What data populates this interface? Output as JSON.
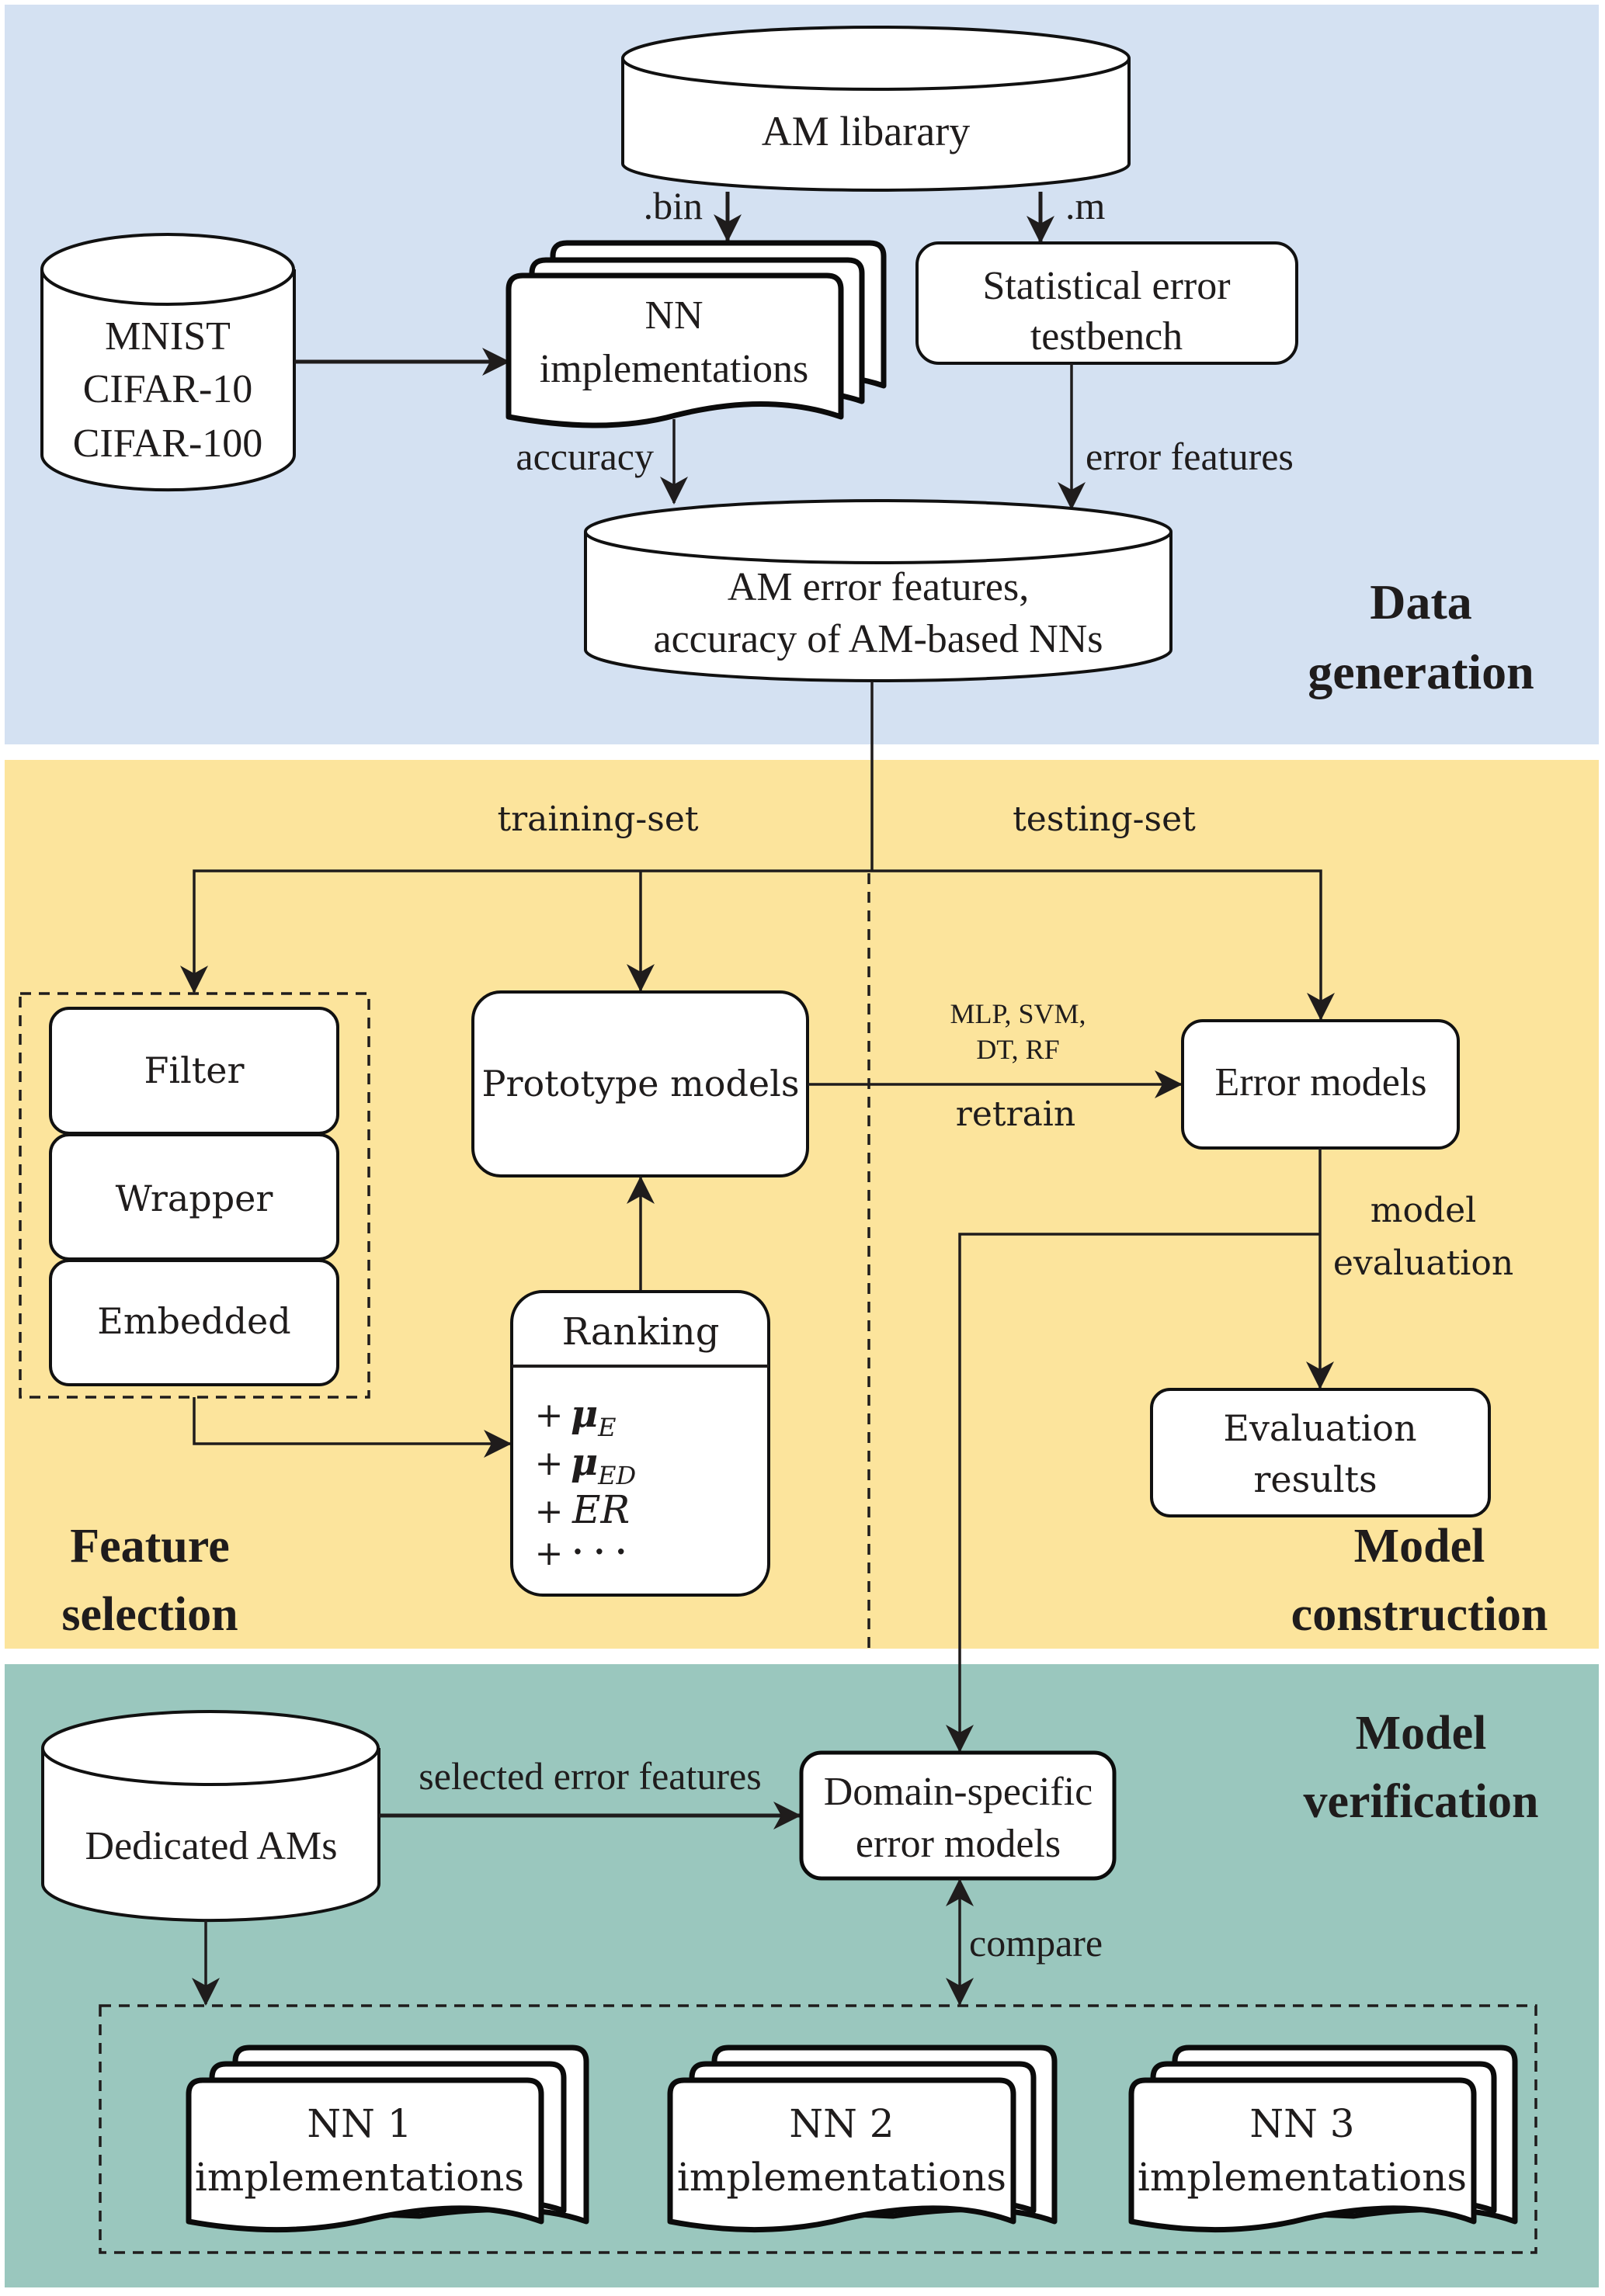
{
  "sections": {
    "data_generation": {
      "title_line1": "Data",
      "title_line2": "generation",
      "background": "#D4E1F2"
    },
    "feature_selection": {
      "title_line1": "Feature",
      "title_line2": "selection",
      "background": "#FCE49C"
    },
    "model_construction": {
      "title_line1": "Model",
      "title_line2": "construction",
      "background": "#FCE49C"
    },
    "model_verification": {
      "title_line1": "Model",
      "title_line2": "verification",
      "background": "#9AC7BE"
    }
  },
  "nodes": {
    "am_library": {
      "label": "AM libarary",
      "shape": "cylinder"
    },
    "datasets": {
      "shape": "cylinder",
      "lines": [
        "MNIST",
        "CIFAR-10",
        "CIFAR-100"
      ]
    },
    "nn_implementations": {
      "shape": "stacked-document",
      "line1": "NN",
      "line2": "implementations"
    },
    "statistical_testbench": {
      "shape": "rounded-rect",
      "line1": "Statistical error",
      "line2": "testbench"
    },
    "am_error_db": {
      "shape": "cylinder",
      "line1": "AM error features,",
      "line2": "accuracy of AM-based NNs"
    },
    "filter": {
      "label": "Filter"
    },
    "wrapper": {
      "label": "Wrapper"
    },
    "embedded": {
      "label": "Embedded"
    },
    "prototype_models": {
      "label": "Prototype models"
    },
    "ranking": {
      "title": "Ranking",
      "items": [
        {
          "plus": "+",
          "symbol": "μ",
          "subscript": "E"
        },
        {
          "plus": "+",
          "symbol": "μ",
          "subscript": "ED"
        },
        {
          "plus": "+",
          "symbol": "ER",
          "subscript": ""
        },
        {
          "plus": "+",
          "symbol": "· · ·",
          "subscript": ""
        }
      ]
    },
    "error_models": {
      "label": "Error models"
    },
    "evaluation_results": {
      "line1": "Evaluation",
      "line2": "results"
    },
    "dedicated_ams": {
      "label": "Dedicated AMs",
      "shape": "cylinder"
    },
    "domain_specific_models": {
      "line1": "Domain-specific",
      "line2": "error models"
    },
    "nn_groups": [
      {
        "line1": "NN 1",
        "line2": "implementations"
      },
      {
        "line1": "NN 2",
        "line2": "implementations"
      },
      {
        "line1": "NN 3",
        "line2": "implementations"
      }
    ]
  },
  "edges": {
    "bin": ".bin",
    "m": ".m",
    "accuracy": "accuracy",
    "error_features": "error features",
    "training_set": "training-set",
    "testing_set": "testing-set",
    "classifiers_line1": "MLP, SVM,",
    "classifiers_line2": "DT, RF",
    "retrain": "retrain",
    "model_eval_line1": "model",
    "model_eval_line2": "evaluation",
    "selected_features": "selected error features",
    "compare": "compare"
  }
}
